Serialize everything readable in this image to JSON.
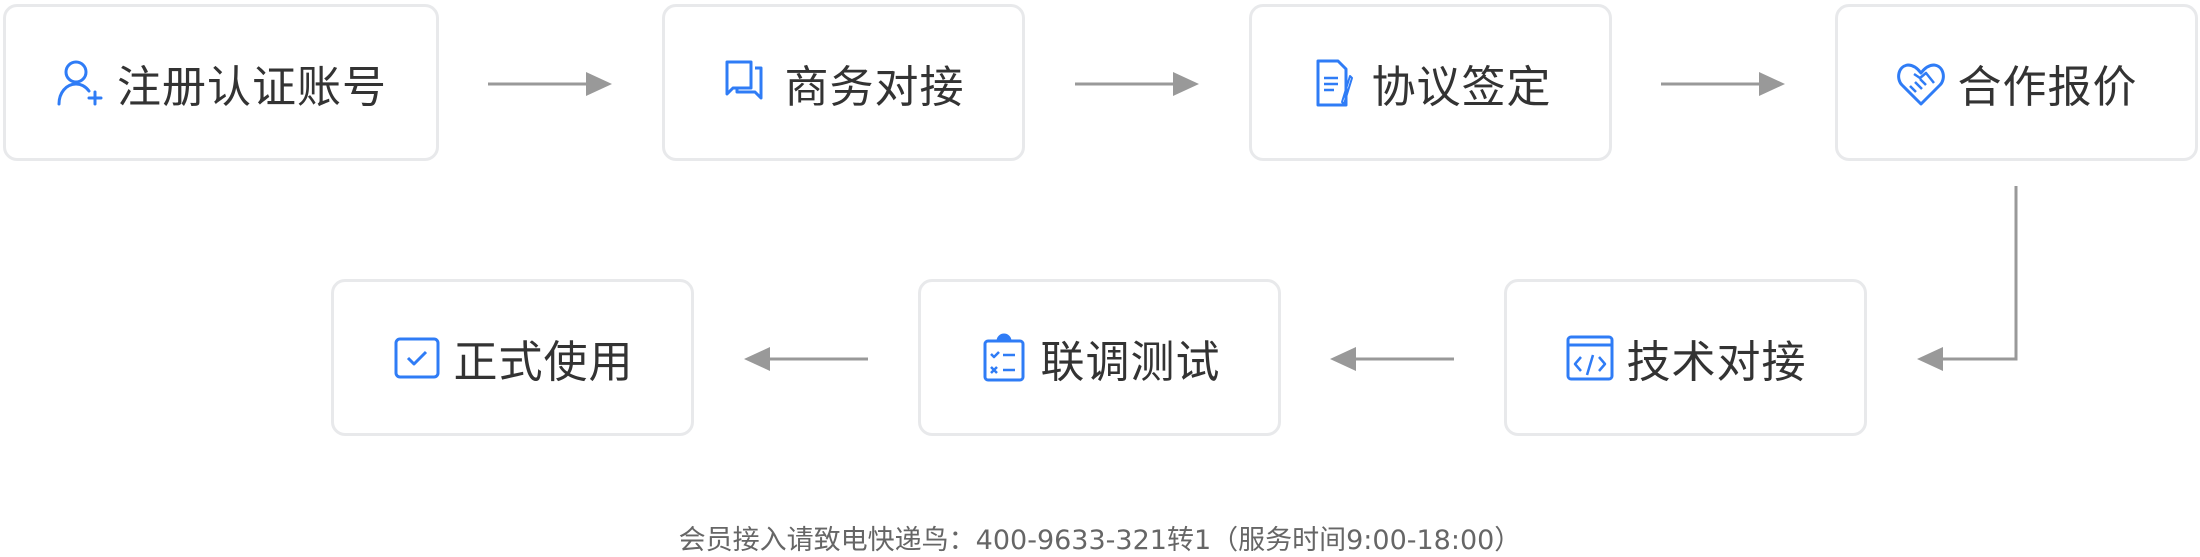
{
  "steps": [
    {
      "label": "注册认证账号",
      "icon": "user-add-icon"
    },
    {
      "label": "商务对接",
      "icon": "chat-icon"
    },
    {
      "label": "协议签定",
      "icon": "document-sign-icon"
    },
    {
      "label": "合作报价",
      "icon": "handshake-icon"
    },
    {
      "label": "技术对接",
      "icon": "code-icon"
    },
    {
      "label": "联调测试",
      "icon": "clipboard-check-icon"
    },
    {
      "label": "正式使用",
      "icon": "checkbox-icon"
    }
  ],
  "footer": "会员接入请致电快递鸟：400-9633-321转1（服务时间9:00-18:00）",
  "colors": {
    "accent": "#2f7cf6",
    "arrow": "#999999",
    "border": "#e8e9eb",
    "text": "#333333"
  }
}
